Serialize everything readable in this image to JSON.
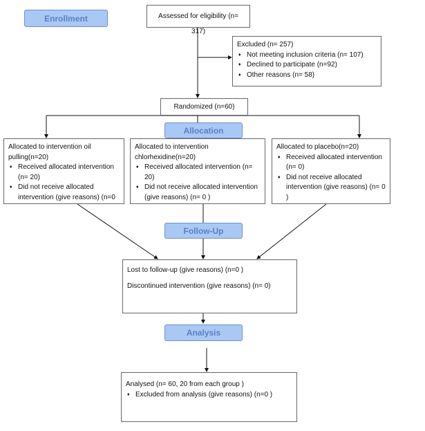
{
  "stages": {
    "enrollment": "Enrollment",
    "allocation": "Allocation",
    "followup": "Follow-Up",
    "analysis": "Analysis"
  },
  "assessed": "Assessed for eligibility (n= 317)",
  "excluded": {
    "title": "Excluded (n= 257)",
    "items": [
      "Not meeting inclusion criteria (n= 107)",
      "Declined to participate (n=92)",
      "Other reasons (n= 58)"
    ]
  },
  "randomized": "Randomized (n=60)",
  "groups": [
    {
      "title": "Allocated to intervention oil pulling(n=20)",
      "items": [
        "Received allocated intervention (n= 20)",
        "Did not receive allocated intervention (give reasons) (n=0"
      ]
    },
    {
      "title": "Allocated to intervention chlorhexidine(n=20)",
      "items": [
        "Received allocated intervention (n= 20)",
        "Did not receive allocated intervention (give reasons) (n= 0 )"
      ]
    },
    {
      "title": "Allocated to placebo(n=20)",
      "items": [
        "Received allocated intervention (n= 0)",
        "Did not receive allocated intervention (give reasons) (n= 0 )"
      ]
    }
  ],
  "followup": {
    "lost": "Lost to follow-up (give reasons) (n=0 )",
    "discontinued": "Discontinued intervention (give reasons) (n= 0)"
  },
  "analysed": {
    "title": "Analysed  (n= 60, 20 from each group )",
    "items": [
      "Excluded from analysis (give reasons) (n=0  )"
    ]
  },
  "colors": {
    "stage_fill": "#a9c8f4",
    "stage_text": "#5a7fc4"
  }
}
